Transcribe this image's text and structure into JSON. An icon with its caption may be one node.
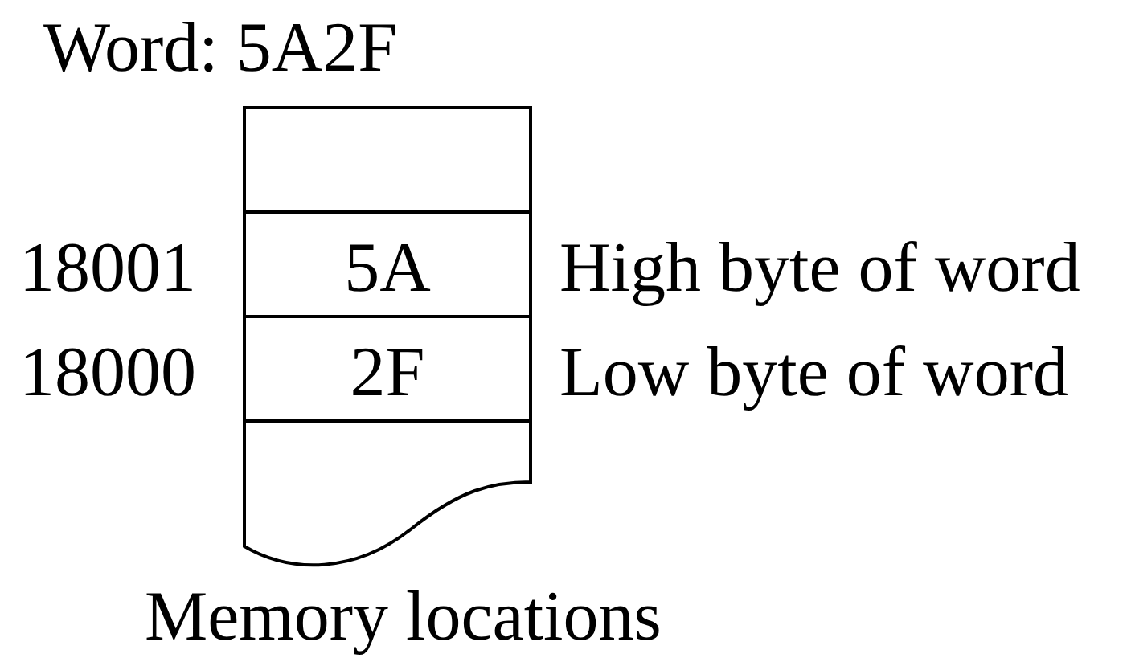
{
  "diagram": {
    "title": "Word: 5A2F",
    "caption": "Memory locations",
    "nodes": [
      {
        "text": [],
        "shape": "box"
      },
      {
        "text": [
          "5A"
        ],
        "beside": [
          "18001",
          "High byte of word"
        ]
      },
      {
        "text": [
          "2F"
        ],
        "beside": [
          "18000",
          "Low byte of word"
        ]
      },
      {
        "text": [],
        "shape": "box"
      }
    ]
  }
}
